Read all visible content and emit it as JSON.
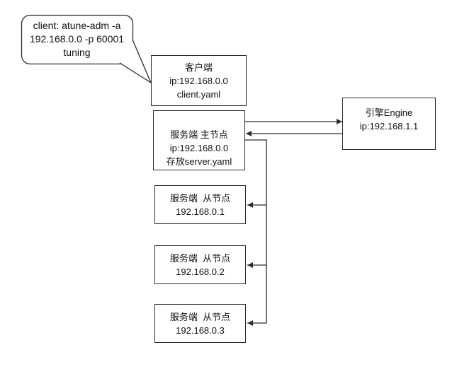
{
  "callout": {
    "lines": [
      "client: atune-adm -a",
      "192.168.0.0 -p 60001",
      "tuning"
    ]
  },
  "nodes": {
    "client": {
      "lines": [
        "客户端",
        "ip:192.168.0.0",
        "client.yaml"
      ]
    },
    "master": {
      "lines": [
        "服务端 主节点",
        "ip:192.168.0.0",
        "存放server.yaml"
      ]
    },
    "engine": {
      "lines": [
        "引擎Engine",
        "ip:192.168.1.1"
      ]
    },
    "slave1": {
      "lines": [
        "服务端  从节点",
        "192.168.0.1"
      ]
    },
    "slave2": {
      "lines": [
        "服务端  从节点",
        "192.168.0.2"
      ]
    },
    "slave3": {
      "lines": [
        "服务端  从节点",
        "192.168.0.3"
      ]
    }
  },
  "edges": [
    {
      "from": "master",
      "to": "engine",
      "direction": "right"
    },
    {
      "from": "engine",
      "to": "master",
      "direction": "left"
    },
    {
      "from": "master",
      "to": "slave1",
      "direction": "left"
    },
    {
      "from": "master",
      "to": "slave2",
      "direction": "left"
    },
    {
      "from": "master",
      "to": "slave3",
      "direction": "left"
    },
    {
      "from": "callout",
      "to": "client",
      "type": "speech-tail"
    }
  ],
  "colors": {
    "stroke": "#2b2b2b",
    "background": "#ffffff",
    "text": "#111111"
  }
}
